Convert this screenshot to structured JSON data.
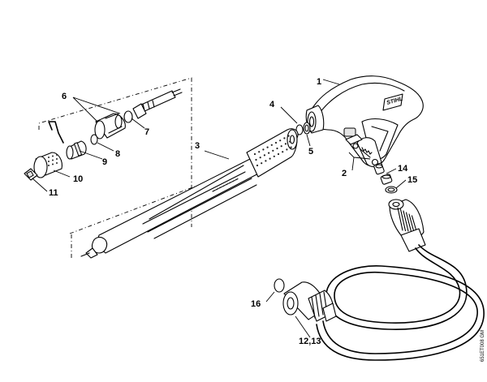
{
  "diagram": {
    "brand": "STIHL",
    "drawing_code": "651ET008 GM",
    "callouts": [
      {
        "id": "1",
        "label": "1"
      },
      {
        "id": "2",
        "label": "2"
      },
      {
        "id": "3",
        "label": "3"
      },
      {
        "id": "4",
        "label": "4"
      },
      {
        "id": "5",
        "label": "5"
      },
      {
        "id": "6",
        "label": "6"
      },
      {
        "id": "7",
        "label": "7"
      },
      {
        "id": "8",
        "label": "8"
      },
      {
        "id": "9",
        "label": "9"
      },
      {
        "id": "10",
        "label": "10"
      },
      {
        "id": "11",
        "label": "11"
      },
      {
        "id": "12_13",
        "label": "12,13"
      },
      {
        "id": "14",
        "label": "14"
      },
      {
        "id": "15",
        "label": "15"
      },
      {
        "id": "16",
        "label": "16"
      }
    ]
  }
}
